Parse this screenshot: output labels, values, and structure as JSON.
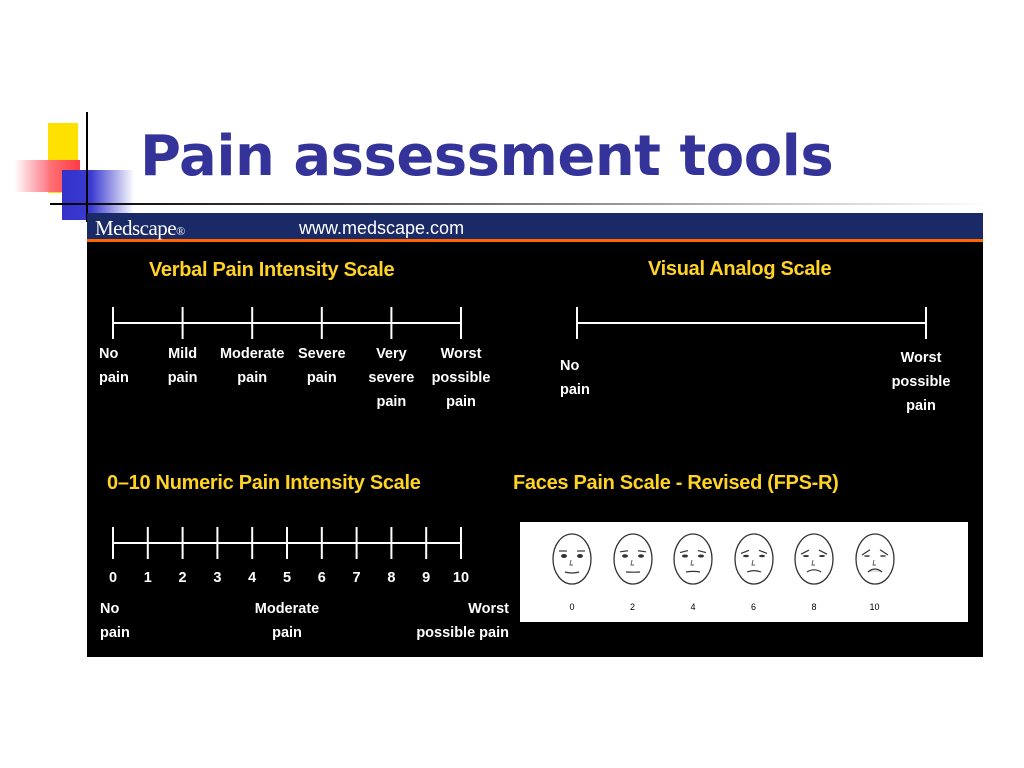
{
  "slide": {
    "title": "Pain assessment tools"
  },
  "figure": {
    "brand": "Medscape",
    "brand_mark": "®",
    "url": "www.medscape.com",
    "verbal_scale": {
      "heading": "Verbal Pain Intensity Scale",
      "labels": [
        [
          "No",
          "pain"
        ],
        [
          "Mild",
          "pain"
        ],
        [
          "Moderate",
          "pain"
        ],
        [
          "Severe",
          "pain"
        ],
        [
          "Very",
          "severe",
          "pain"
        ],
        [
          "Worst",
          "possible",
          "pain"
        ]
      ]
    },
    "visual_analog_scale": {
      "heading": "Visual Analog Scale",
      "left_label": [
        "No",
        "pain"
      ],
      "right_label": [
        "Worst",
        "possible",
        "pain"
      ]
    },
    "numeric_scale": {
      "heading": "0–10 Numeric Pain Intensity Scale",
      "numbers": [
        "0",
        "1",
        "2",
        "3",
        "4",
        "5",
        "6",
        "7",
        "8",
        "9",
        "10"
      ],
      "left_label": [
        "No",
        "pain"
      ],
      "middle_label": [
        "Moderate",
        "pain"
      ],
      "right_label": [
        "Worst",
        "possible pain"
      ]
    },
    "faces_scale": {
      "heading": "Faces Pain Scale  - Revised (FPS-R)",
      "scores": [
        "0",
        "2",
        "4",
        "6",
        "8",
        "10"
      ]
    }
  },
  "colors": {
    "title": "#333399",
    "heading": "#ffd324",
    "figure_bg": "#000000",
    "header_bg": "#1a2a66",
    "header_rule": "#ff6600"
  }
}
